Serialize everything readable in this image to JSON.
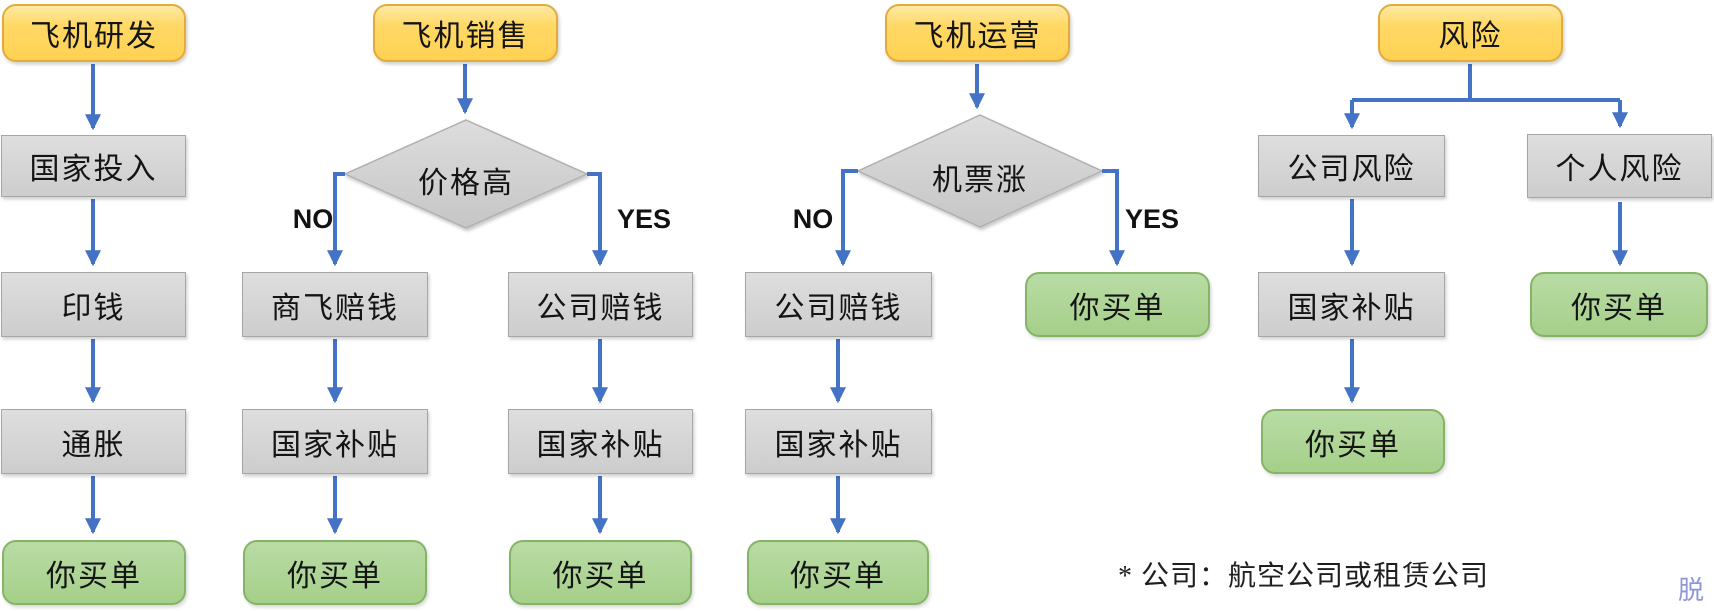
{
  "colors": {
    "start_node_fill": "#FFD966",
    "start_node_border": "#E2AB3A",
    "process_node_fill": "#D6D6D6",
    "process_node_border": "#A6A6A6",
    "end_node_fill": "#A9D18E",
    "end_node_border": "#85B466",
    "connector_blue": "#4472C4",
    "watermark_blue": "#8E97D6"
  },
  "flow1": {
    "title": "飞机研发",
    "step1": "国家投入",
    "step2": "印钱",
    "step3": "通胀",
    "result": "你买单"
  },
  "flow2": {
    "title": "飞机销售",
    "decision": "价格高",
    "no_label": "NO",
    "yes_label": "YES",
    "no_step1": "商飞赔钱",
    "no_step2": "国家补贴",
    "no_result": "你买单",
    "yes_step1": "公司赔钱",
    "yes_step2": "国家补贴",
    "yes_result": "你买单"
  },
  "flow3": {
    "title": "飞机运营",
    "decision": "机票涨",
    "no_label": "NO",
    "yes_label": "YES",
    "no_step1": "公司赔钱",
    "no_step2": "国家补贴",
    "no_result": "你买单",
    "yes_result": "你买单"
  },
  "flow4": {
    "title": "风险",
    "left_step1": "公司风险",
    "left_step2": "国家补贴",
    "left_result": "你买单",
    "right_step1": "个人风险",
    "right_result": "你买单"
  },
  "footnote": "* 公司：航空公司或租赁公司",
  "watermark": "脱"
}
